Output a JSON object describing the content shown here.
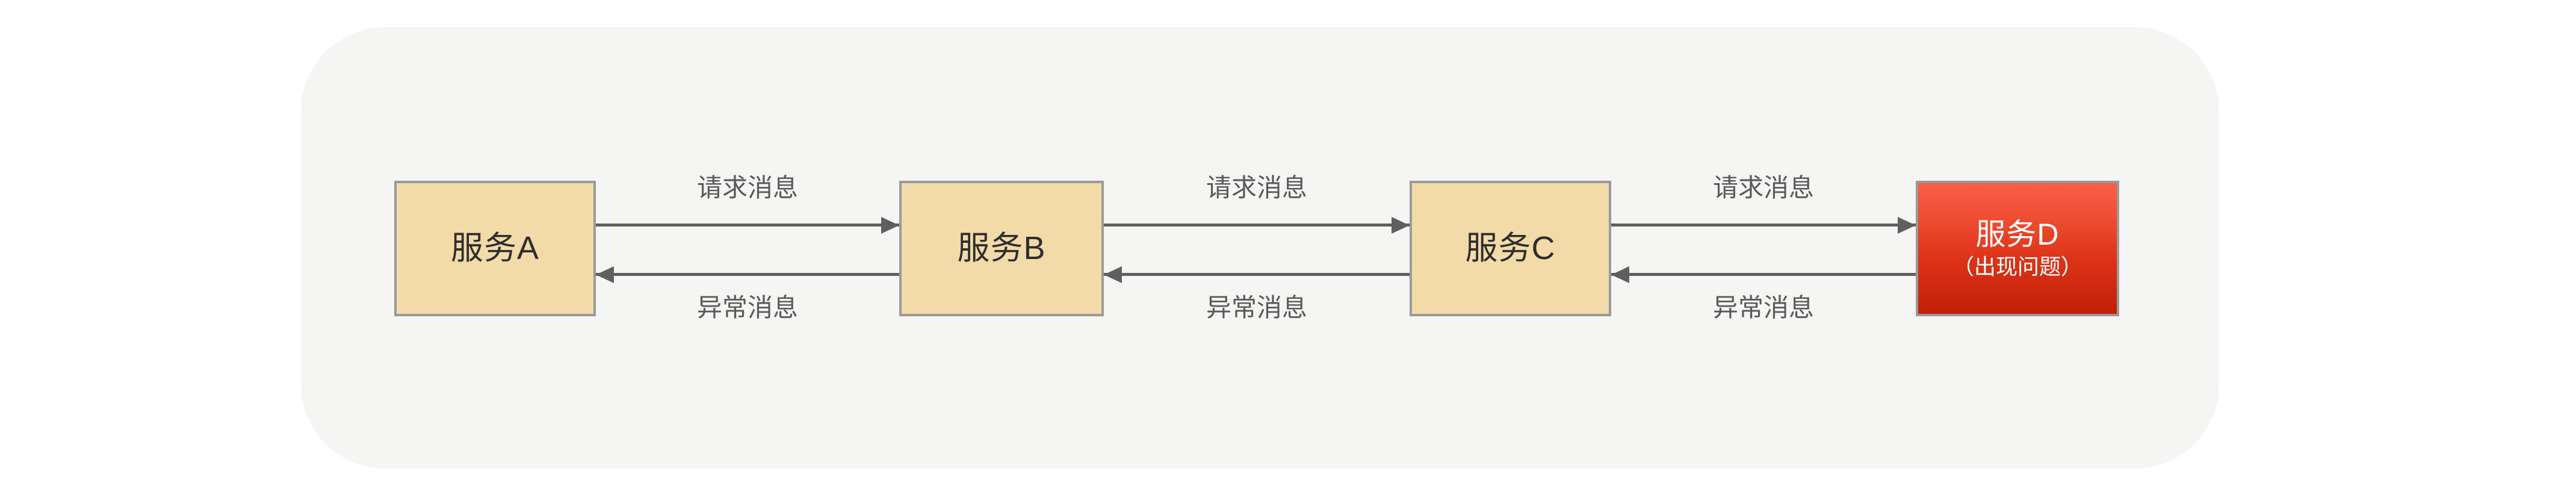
{
  "diagram": {
    "panel": {
      "background_color": "#f5f5f3"
    },
    "nodes": [
      {
        "id": "service-a",
        "title": "服务A",
        "subtitle": "",
        "state": "normal",
        "fill_color": "#f2dba8",
        "border_color": "#9a9a9a",
        "text_color": "#2e2e2e"
      },
      {
        "id": "service-b",
        "title": "服务B",
        "subtitle": "",
        "state": "normal",
        "fill_color": "#f2dba8",
        "border_color": "#9a9a9a",
        "text_color": "#2e2e2e"
      },
      {
        "id": "service-c",
        "title": "服务C",
        "subtitle": "",
        "state": "normal",
        "fill_color": "#f2dba8",
        "border_color": "#9a9a9a",
        "text_color": "#2e2e2e"
      },
      {
        "id": "service-d",
        "title": "服务D",
        "subtitle": "（出现问题）",
        "state": "error",
        "fill_color_top": "#f85f49",
        "fill_color_bottom": "#c21f08",
        "border_color": "#9a9a9a",
        "text_color": "#ffffff"
      }
    ],
    "connections": [
      {
        "id": "a-to-b",
        "from": "服务A",
        "to": "服务B",
        "request_label": "请求消息",
        "response_label": "异常消息",
        "line_color": "#5f5f5f",
        "label_color": "#595959"
      },
      {
        "id": "b-to-c",
        "from": "服务B",
        "to": "服务C",
        "request_label": "请求消息",
        "response_label": "异常消息",
        "line_color": "#5f5f5f",
        "label_color": "#595959"
      },
      {
        "id": "c-to-d",
        "from": "服务C",
        "to": "服务D",
        "request_label": "请求消息",
        "response_label": "异常消息",
        "line_color": "#5f5f5f",
        "label_color": "#595959"
      }
    ]
  }
}
